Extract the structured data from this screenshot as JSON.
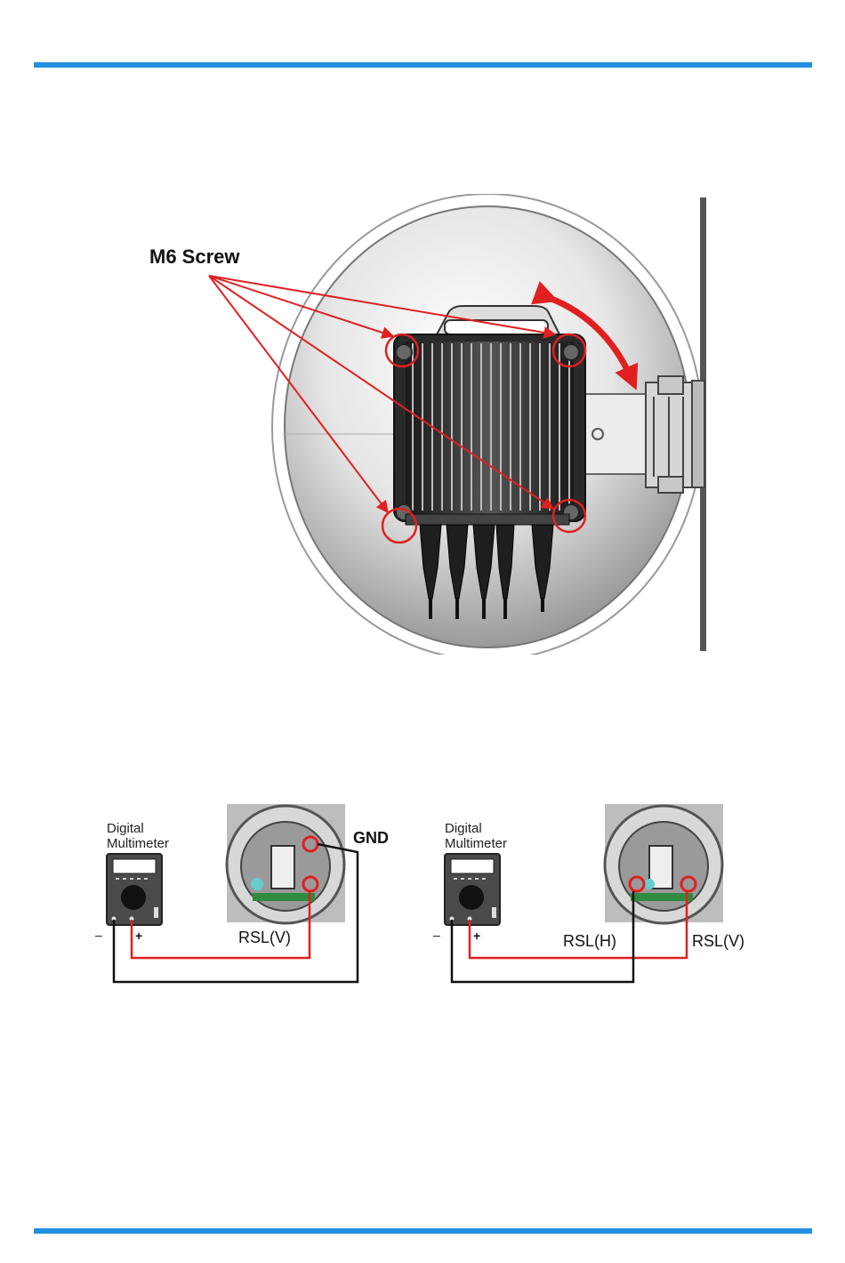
{
  "page": {
    "accent_color": "#2290e0",
    "annotation_color": "#e02020"
  },
  "figure_mount": {
    "callout_label": "M6 Screw",
    "icons": [
      "radio-dish",
      "odu-unit",
      "mount-bracket",
      "pole",
      "curved-double-arrow",
      "highlight-circle"
    ]
  },
  "figure_meter": {
    "left_panel": {
      "meter_label_line1": "Digital",
      "meter_label_line2": "Multimeter",
      "minus": "–",
      "plus": "+",
      "port_label_1": "GND",
      "port_label_2": "RSL(V)"
    },
    "right_panel": {
      "meter_label_line1": "Digital",
      "meter_label_line2": "Multimeter",
      "minus": "–",
      "plus": "+",
      "port_label_1": "RSL(H)",
      "port_label_2": "RSL(V)"
    }
  }
}
